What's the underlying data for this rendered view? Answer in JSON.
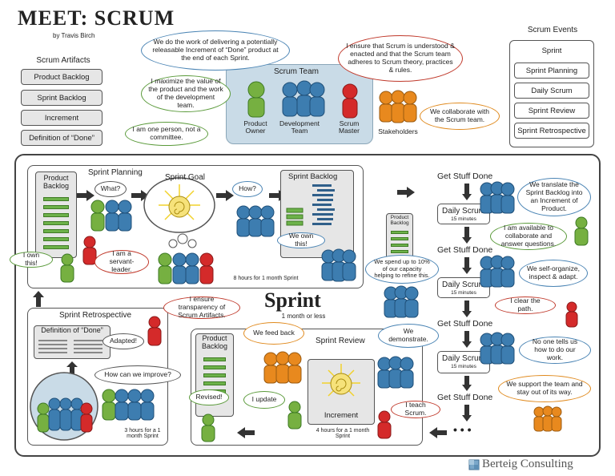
{
  "header": {
    "title": "MEET: SCRUM",
    "byline": "by Travis Birch"
  },
  "artifacts": {
    "heading": "Scrum Artifacts",
    "items": [
      "Product Backlog",
      "Sprint Backlog",
      "Increment",
      "Definition of “Done”"
    ]
  },
  "events": {
    "heading": "Scrum Events",
    "items": [
      "Sprint",
      "Sprint Planning",
      "Daily Scrum",
      "Sprint Review",
      "Sprint Retrospective"
    ]
  },
  "team": {
    "heading": "Scrum Team",
    "product_owner": "Product Owner",
    "dev_team": "Development Team",
    "scrum_master": "Scrum Master",
    "stakeholders": "Stakeholders"
  },
  "bubbles": {
    "dev_team": "We do the work of delivering a potentially releasable Increment of “Done” product at the end of each Sprint.",
    "po_value": "I maximize the value of the product and the work of the development team.",
    "po_person": "I am one person, not a committee.",
    "sm": "I ensure that Scrum is understood & enacted and that the Scrum team adheres to Scrum theory, practices & rules.",
    "stakeholders": "We collaborate with the Scrum team.",
    "what": "What?",
    "how": "How?",
    "own_this": "We own this!",
    "i_own_this": "I own this!",
    "servant_leader": "I am a servant-leader.",
    "refine": "We spend up to 10% of our capacity helping to refine this.",
    "translate": "We translate the Sprint Backlog into an Increment of Product.",
    "available": "I am available to collaborate and answer questions.",
    "self_organize": "We self-organize, inspect & adapt.",
    "clear_path": "I clear the path.",
    "no_one_tells": "No one tells us how to do our work.",
    "support": "We support the team and stay out of its way.",
    "transparency": "I ensure transparency of Scrum Artifacts.",
    "adapted": "Adapted!",
    "improve": "How can we improve?",
    "feedback": "We feed back",
    "demonstrate": "We demonstrate.",
    "update": "I update",
    "revised": "Revised!",
    "teach": "I teach Scrum."
  },
  "sprint": {
    "title": "Sprint",
    "subtitle": "1 month or less",
    "planning_title": "Sprint Planning",
    "sprint_goal": "Sprint Goal",
    "sprint_backlog": "Sprint Backlog",
    "product_backlog": "Product Backlog",
    "planning_time": "8 hours for 1 month Sprint",
    "gsd": "Get Stuff Done",
    "daily_scrum": "Daily Scrum",
    "daily_time": "15 minutes",
    "dots": "• • •",
    "retro_title": "Sprint Retrospective",
    "dod": "Definition of “Done”",
    "retro_time": "3 hours for a 1 month Sprint",
    "review_title": "Sprint Review",
    "increment": "Increment",
    "review_time": "4 hours for a 1 month Sprint"
  },
  "brand": {
    "name": "Berteig Consulting"
  },
  "colors": {
    "blue": "#3d7db0",
    "green": "#76b041",
    "red": "#d42a2a",
    "orange": "#e8891e",
    "team_bg": "#c9dbe7"
  }
}
